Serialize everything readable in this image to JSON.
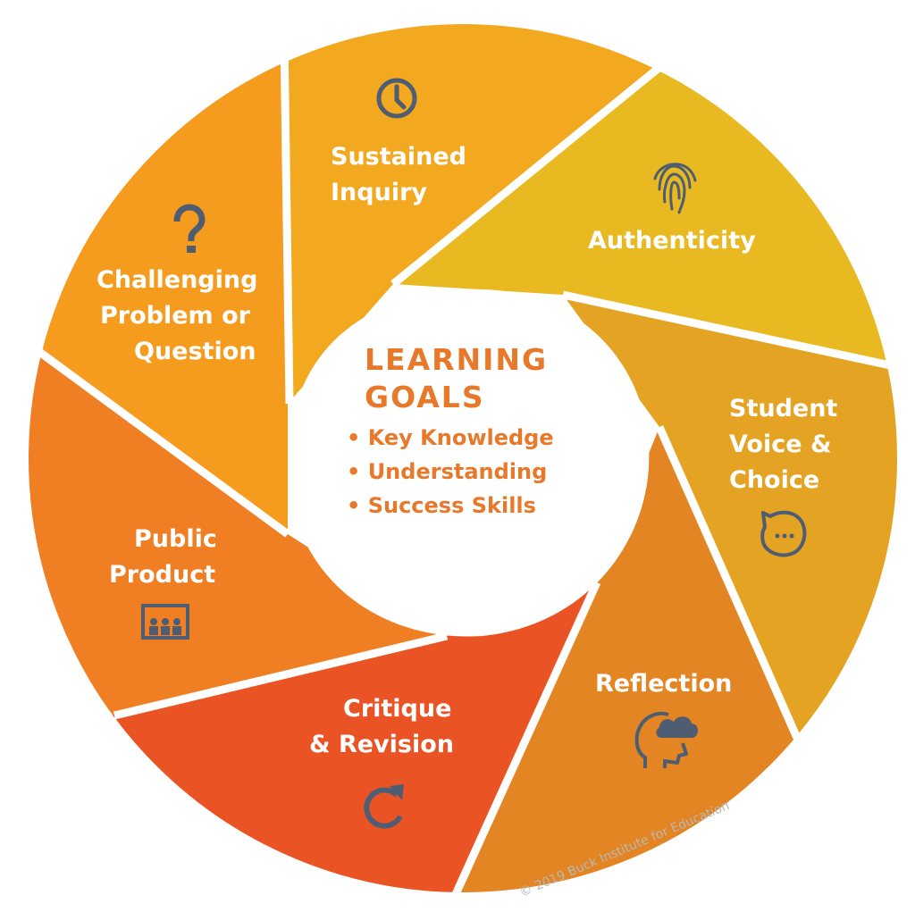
{
  "diagram": {
    "colors": {
      "sustained_inquiry": "#f2a81f",
      "authenticity": "#e9b921",
      "student_voice": "#e4a322",
      "reflection": "#e38522",
      "critique": "#ea5424",
      "public_product": "#f07e23",
      "challenging": "#f59c1f",
      "icon": "#4f5d73",
      "center_text": "#e8782a"
    },
    "segments": {
      "sustained_inquiry": {
        "line1": "Sustained",
        "line2": "Inquiry",
        "icon": "clock-icon"
      },
      "authenticity": {
        "line1": "Authenticity",
        "icon": "fingerprint-icon"
      },
      "student_voice": {
        "line1": "Student",
        "line2": "Voice &",
        "line3": "Choice",
        "icon": "speech-bubble-icon"
      },
      "reflection": {
        "line1": "Reflection",
        "icon": "head-cloud-icon"
      },
      "critique": {
        "line1": "Critique",
        "line2": "& Revision",
        "icon": "refresh-icon"
      },
      "public_product": {
        "line1": "Public",
        "line2": "Product",
        "icon": "audience-icon"
      },
      "challenging": {
        "line1": "Challenging",
        "line2": "Problem or",
        "line3": "Question",
        "icon": "question-mark-icon"
      }
    },
    "center": {
      "title1": "LEARNING",
      "title2": "GOALS",
      "items": [
        "• Key Knowledge",
        "• Understanding",
        "• Success Skills"
      ]
    },
    "copyright": "© 2019 Buck Institute for Education"
  }
}
